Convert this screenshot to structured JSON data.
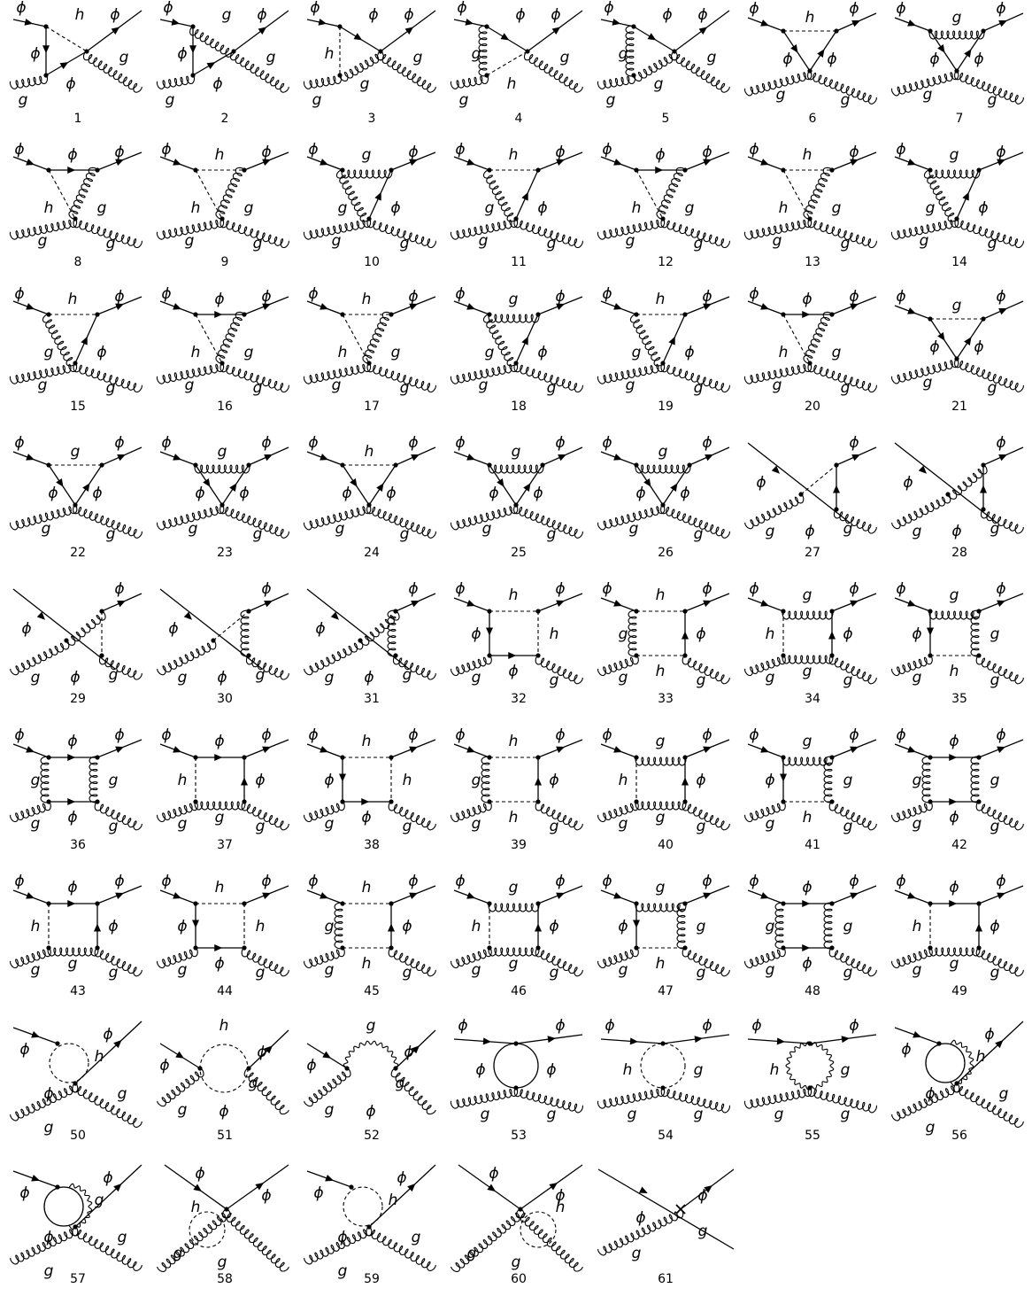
{
  "symbols": {
    "phi": "ϕ",
    "h": "h",
    "g": "g"
  },
  "diagrams": [
    {
      "id": "1"
    },
    {
      "id": "2"
    },
    {
      "id": "3"
    },
    {
      "id": "4"
    },
    {
      "id": "5"
    },
    {
      "id": "6"
    },
    {
      "id": "7"
    },
    {
      "id": "8"
    },
    {
      "id": "9"
    },
    {
      "id": "10"
    },
    {
      "id": "11"
    },
    {
      "id": "12"
    },
    {
      "id": "13"
    },
    {
      "id": "14"
    },
    {
      "id": "15"
    },
    {
      "id": "16"
    },
    {
      "id": "17"
    },
    {
      "id": "18"
    },
    {
      "id": "19"
    },
    {
      "id": "20"
    },
    {
      "id": "21"
    },
    {
      "id": "22"
    },
    {
      "id": "23"
    },
    {
      "id": "24"
    },
    {
      "id": "25"
    },
    {
      "id": "26"
    },
    {
      "id": "27"
    },
    {
      "id": "28"
    },
    {
      "id": "29"
    },
    {
      "id": "30"
    },
    {
      "id": "31"
    },
    {
      "id": "32"
    },
    {
      "id": "33"
    },
    {
      "id": "34"
    },
    {
      "id": "35"
    },
    {
      "id": "36"
    },
    {
      "id": "37"
    },
    {
      "id": "38"
    },
    {
      "id": "39"
    },
    {
      "id": "40"
    },
    {
      "id": "41"
    },
    {
      "id": "42"
    },
    {
      "id": "43"
    },
    {
      "id": "44"
    },
    {
      "id": "45"
    },
    {
      "id": "46"
    },
    {
      "id": "47"
    },
    {
      "id": "48"
    },
    {
      "id": "49"
    },
    {
      "id": "50"
    },
    {
      "id": "51"
    },
    {
      "id": "52"
    },
    {
      "id": "53"
    },
    {
      "id": "54"
    },
    {
      "id": "55"
    },
    {
      "id": "56"
    },
    {
      "id": "57"
    },
    {
      "id": "58"
    },
    {
      "id": "59"
    },
    {
      "id": "60"
    },
    {
      "id": "61"
    }
  ],
  "line_types": {
    "scalar": "solid-arrow",
    "higgs": "dashed",
    "gluon": "curly"
  },
  "colors": {
    "ink": "#000000",
    "background": "#ffffff"
  }
}
